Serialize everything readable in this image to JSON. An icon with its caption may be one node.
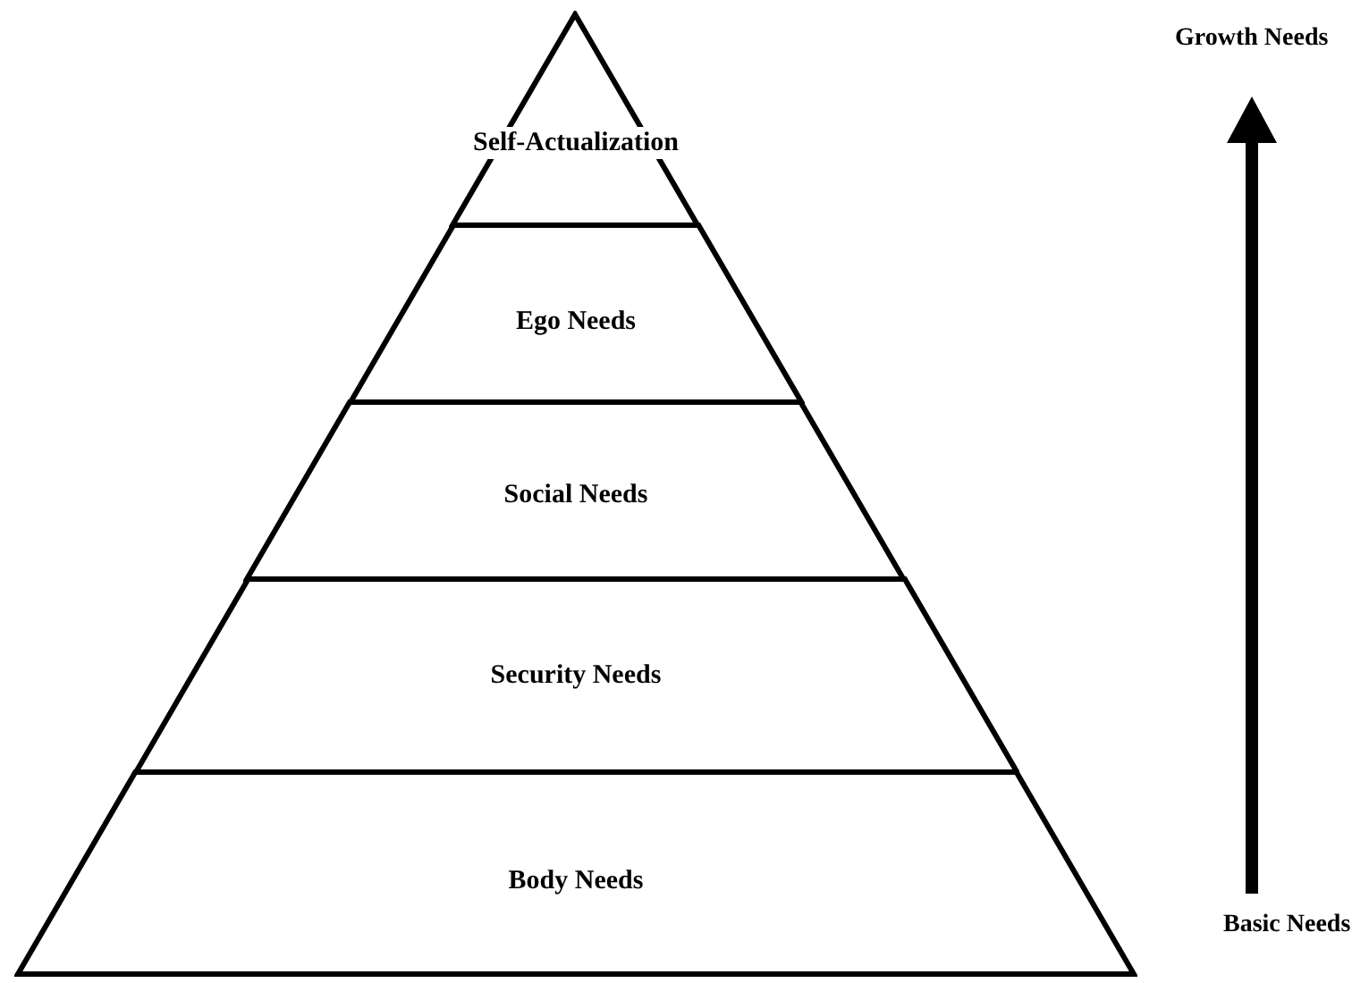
{
  "diagram": {
    "nodes": [
      {
        "text": [
          "Self-Actualization"
        ]
      },
      {
        "text": [
          "Ego Needs"
        ]
      },
      {
        "text": [
          "Social Needs"
        ]
      },
      {
        "text": [
          "Security Needs"
        ]
      },
      {
        "text": [
          "Body Needs"
        ]
      }
    ],
    "labels": [
      "Growth Needs",
      "Basic Needs"
    ]
  }
}
